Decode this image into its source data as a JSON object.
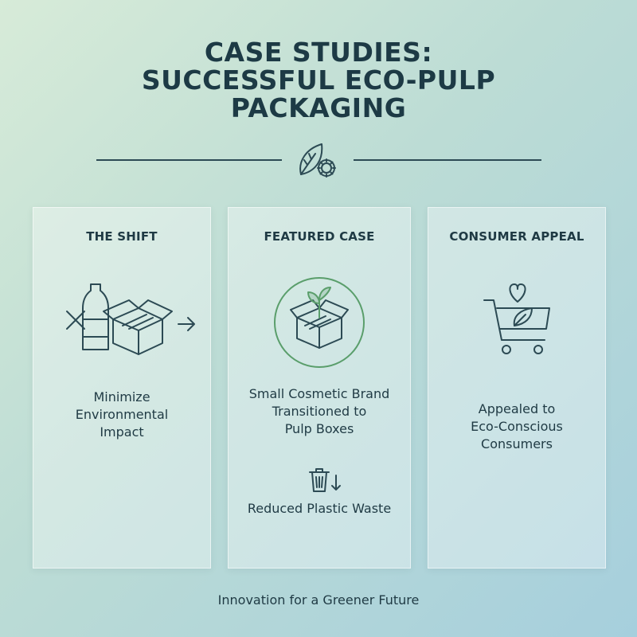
{
  "title": {
    "line1": "CASE STUDIES:",
    "line2": "SUCCESSFUL ECO-PULP",
    "line3": "PACKAGING"
  },
  "emblem_icon": "leaf-gear-icon",
  "cards": [
    {
      "header": "THE SHIFT",
      "icon": "bottle-to-box-icon",
      "text_lines": [
        "Minimize",
        "Environmental",
        "Impact"
      ]
    },
    {
      "header": "FEATURED CASE",
      "icon": "sprouting-box-icon",
      "text_lines": [
        "Small Cosmetic Brand",
        "Transitioned to",
        "Pulp Boxes"
      ],
      "sub_icon": "trash-reduce-icon",
      "sub_text": "Reduced Plastic Waste"
    },
    {
      "header": "CONSUMER APPEAL",
      "icon": "eco-cart-icon",
      "text_lines": [
        "Appealed to",
        "Eco-Conscious",
        "Consumers"
      ]
    }
  ],
  "footer": "Innovation for a Greener Future",
  "colors": {
    "text": "#1f3a44",
    "accent_green": "#5a9e6b",
    "background_start": "#d7ebd8",
    "background_end": "#a6cfdd"
  }
}
